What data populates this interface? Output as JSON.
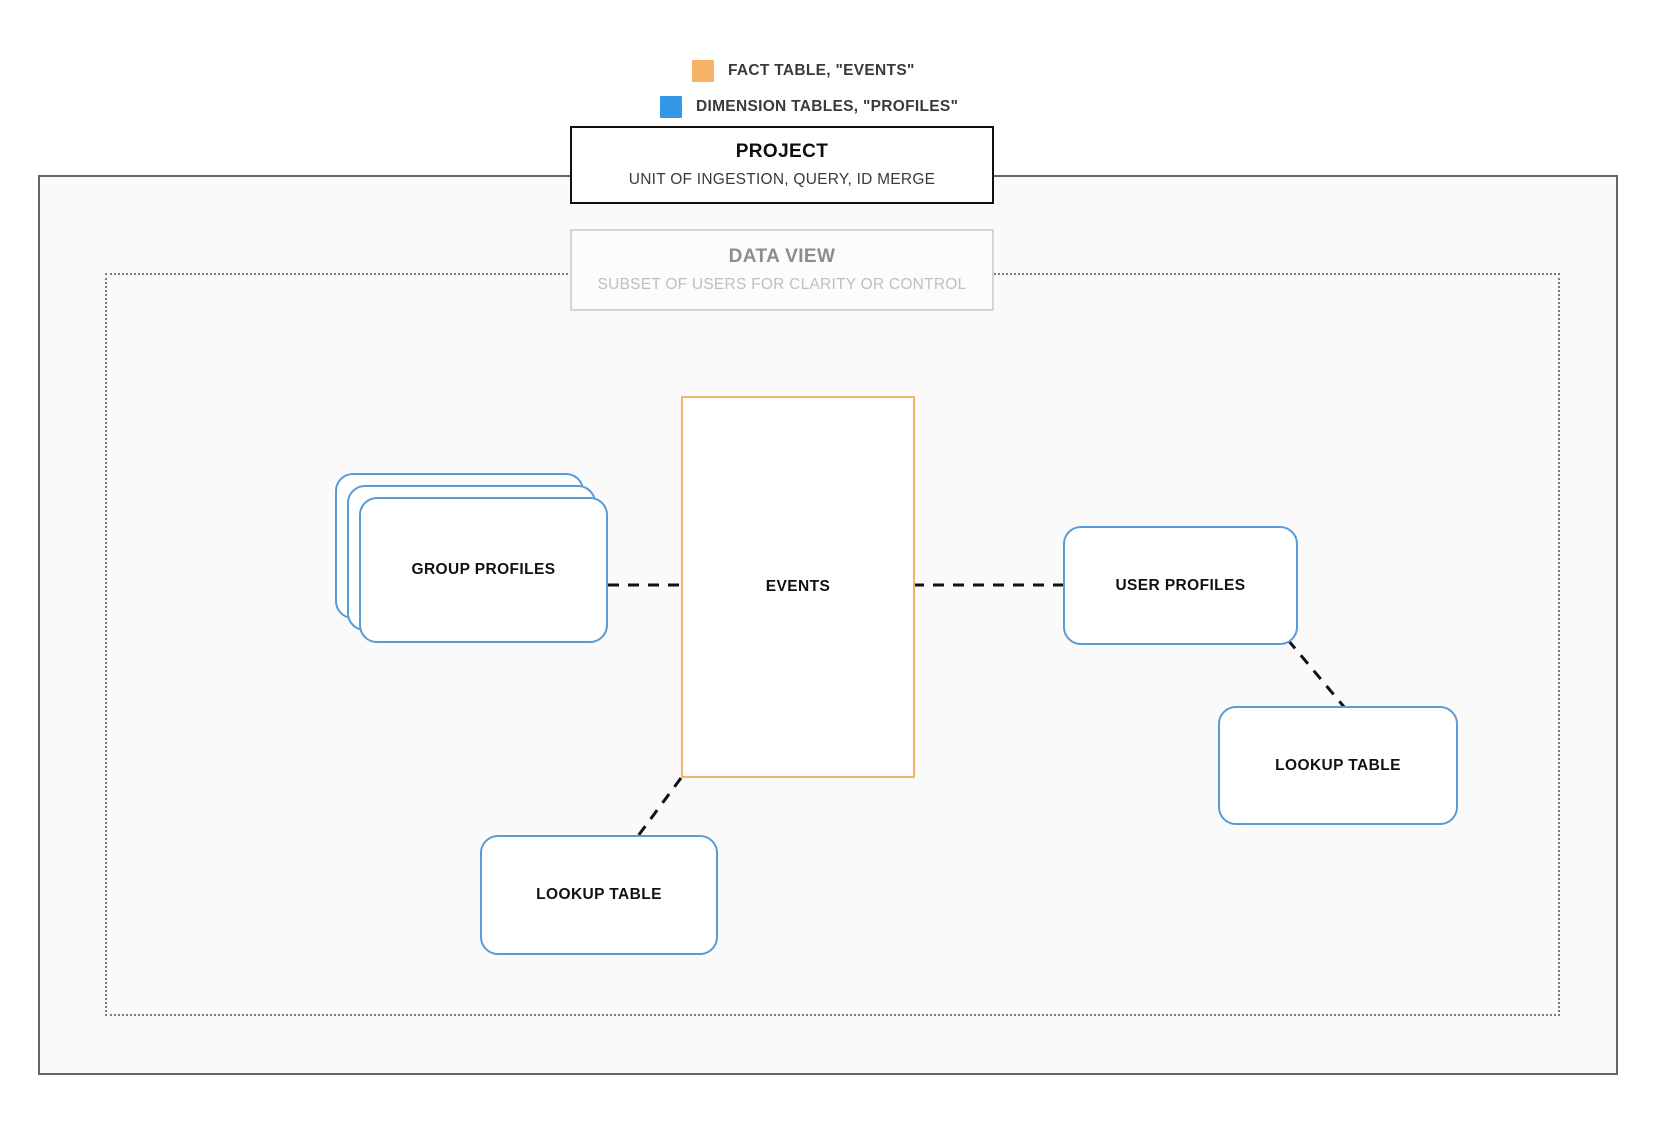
{
  "diagram": {
    "title": "Project / Data View data model",
    "colors": {
      "fact": "#F4B266",
      "dimension": "#3498E8",
      "dimension_border": "#5A9BD5",
      "fact_border": "#EFB66A",
      "project_border": "#111111",
      "dataview_border": "#D5D5D5",
      "canvas": "#FAFAFA"
    }
  },
  "legend": {
    "items": [
      {
        "swatch_color": "#F4B266",
        "label": "FACT TABLE, \"EVENTS\"",
        "icon": "square-swatch-icon"
      },
      {
        "swatch_color": "#3498E8",
        "label": "DIMENSION TABLES, \"PROFILES\"",
        "icon": "square-swatch-icon"
      }
    ]
  },
  "project": {
    "title": "PROJECT",
    "subtitle": "UNIT OF INGESTION, QUERY, ID MERGE"
  },
  "dataview": {
    "title": "DATA VIEW",
    "subtitle": "SUBSET OF USERS FOR CLARITY OR CONTROL"
  },
  "nodes": {
    "events": {
      "label": "EVENTS",
      "kind": "fact"
    },
    "group_profiles": {
      "label": "GROUP PROFILES",
      "kind": "dimension",
      "stacked": 3
    },
    "user_profiles": {
      "label": "USER PROFILES",
      "kind": "dimension"
    },
    "lookup_right": {
      "label": "LOOKUP TABLE",
      "kind": "dimension"
    },
    "lookup_left": {
      "label": "LOOKUP TABLE",
      "kind": "dimension"
    }
  },
  "connections": [
    {
      "from": "group_profiles",
      "to": "events",
      "style": "dashed"
    },
    {
      "from": "events",
      "to": "user_profiles",
      "style": "dashed"
    },
    {
      "from": "user_profiles",
      "to": "lookup_right",
      "style": "dashed"
    },
    {
      "from": "events",
      "to": "lookup_left",
      "style": "dashed"
    }
  ]
}
